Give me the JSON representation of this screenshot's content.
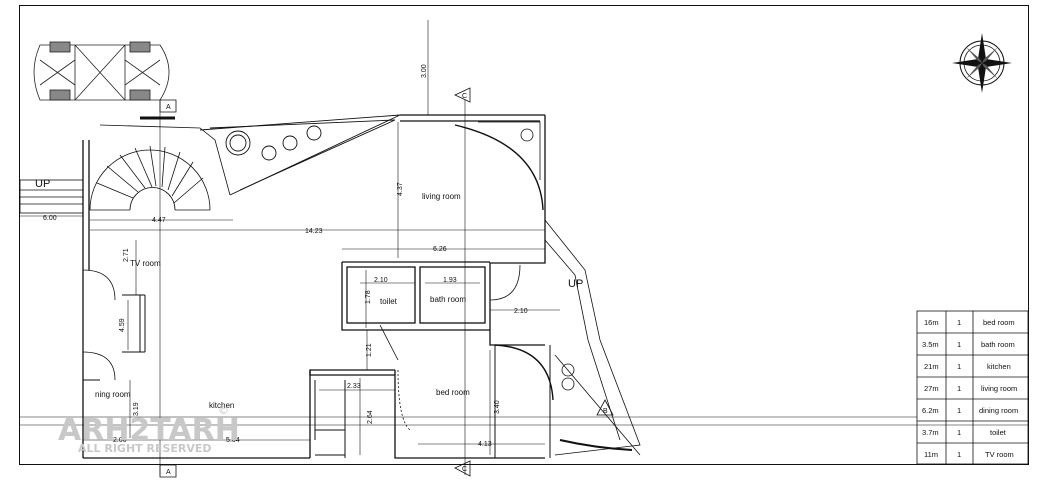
{
  "rooms": {
    "living": "living room",
    "tv": "TV room",
    "toilet": "toilet",
    "bath": "bath room",
    "bed": "bed room",
    "kitchen": "kitchen",
    "dining_partial": "ning room"
  },
  "stairs": {
    "up_left": "UP",
    "up_right": "UP"
  },
  "dimensions": {
    "d300": "3.00",
    "d437": "4.37",
    "d447": "4.47",
    "d1423": "14.23",
    "d600": "6.00",
    "d271": "2.71",
    "d626": "6.26",
    "d210a": "2.10",
    "d193": "1.93",
    "d178": "1.78",
    "d210b": "2.10",
    "d459": "4.59",
    "d121": "1.21",
    "d233": "2.33",
    "d264": "2.64",
    "d340": "3.40",
    "d413": "4.13",
    "d319": "3.19",
    "d200": "2.00",
    "d504": "5.04"
  },
  "section_marks": {
    "a": "A",
    "b": "B",
    "c": "C"
  },
  "schedule": {
    "rows": [
      {
        "area": "16m",
        "count": "1",
        "name": "bed room"
      },
      {
        "area": "3.5m",
        "count": "1",
        "name": "bath room"
      },
      {
        "area": "21m",
        "count": "1",
        "name": "kitchen"
      },
      {
        "area": "27m",
        "count": "1",
        "name": "living room"
      },
      {
        "area": "6.2m",
        "count": "1",
        "name": "dining room"
      },
      {
        "area": "3.7m",
        "count": "1",
        "name": "toilet"
      },
      {
        "area": "11m",
        "count": "1",
        "name": "TV room"
      }
    ]
  },
  "watermark": {
    "brand": "ARH2TARH",
    "rights": "ALL RIGHT RESERVED",
    "mark": "©"
  }
}
